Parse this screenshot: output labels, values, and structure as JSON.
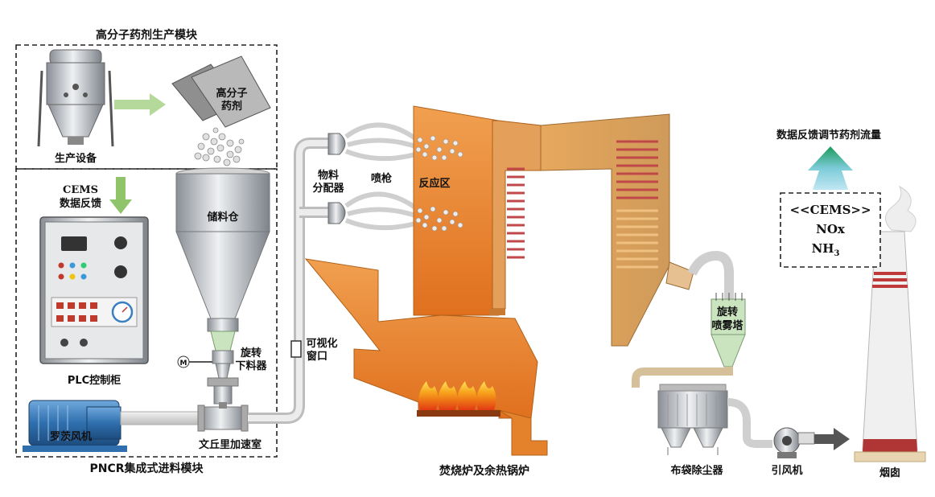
{
  "module_top": {
    "title": "高分子药剂生产模块"
  },
  "module_bottom": {
    "title": "PNCR集成式进料模块"
  },
  "labels": {
    "production_equipment": "生产设备",
    "polymer_line1": "高分子",
    "polymer_line2": "药剂",
    "cems_line1": "CEMS",
    "cems_line2": "数据反馈",
    "storage_bin": "储料仓",
    "plc_cabinet": "PLC控制柜",
    "rotary_line1": "旋转",
    "rotary_line2": "下料器",
    "roots_blower": "罗茨风机",
    "venturi": "文丘里加速室",
    "window_line1": "可视化",
    "window_line2": "窗口",
    "distributor_line1": "物料",
    "distributor_line2": "分配器",
    "spray_gun": "喷枪",
    "reaction_zone": "反应区",
    "furnace": "焚烧炉及余热锅炉",
    "spray_tower_line1": "旋转",
    "spray_tower_line2": "喷雾塔",
    "bag_filter": "布袋除尘器",
    "id_fan": "引风机",
    "chimney": "烟囱",
    "feedback_title": "数据反馈调节药剂流量",
    "cems_box_line1": "<<CEMS>>",
    "cems_box_line2": "NOx",
    "cems_box_line3_base": "NH",
    "cems_box_line3_sub": "3"
  },
  "colors": {
    "furnace_orange": "#e8832c",
    "boiler_tan": "#d9a060",
    "arrow_green": "#8fc46a",
    "pipe_gray": "#d8d8d8",
    "blower_blue": "#3a7fc0",
    "chimney_red": "#c0393b"
  }
}
